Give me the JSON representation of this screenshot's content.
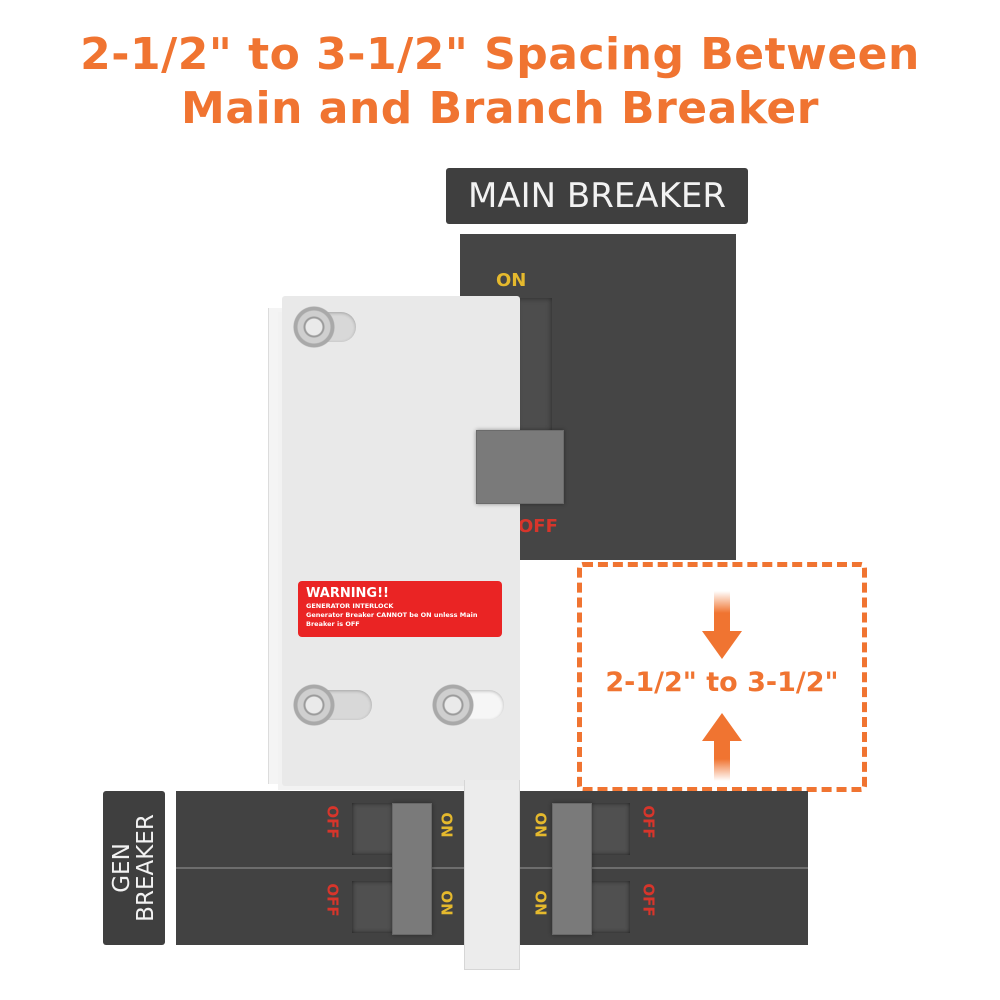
{
  "title": {
    "line1": "2-1/2\" to 3-1/2\" Spacing Between",
    "line2": "Main and Branch Breaker"
  },
  "colors": {
    "accent": "#f07431",
    "label_bg": "#3f3f3f",
    "breaker_body": "#454545",
    "on_text": "#e5b92d",
    "off_text": "#d7352b",
    "warning_bg": "#ea2424",
    "plate": "#e9e9e9"
  },
  "main_breaker": {
    "label": "MAIN BREAKER",
    "on_label": "ON",
    "off_label": "OFF"
  },
  "gen_breaker": {
    "label_line1": "GEN",
    "label_line2": "BREAKER",
    "rows": [
      {
        "off_label": "OFF",
        "on_label": "ON"
      },
      {
        "off_label": "OFF",
        "on_label": "ON"
      }
    ]
  },
  "branch_breaker": {
    "rows": [
      {
        "on_label": "ON",
        "off_label": "OFF"
      },
      {
        "on_label": "ON",
        "off_label": "OFF"
      }
    ]
  },
  "warning_label": {
    "title": "WARNING!!",
    "line1": "GENERATOR INTERLOCK",
    "line2": "Generator Breaker CANNOT be ON unless Main Breaker is OFF"
  },
  "spacing_callout": {
    "text": "2-1/2\" to 3-1/2\"",
    "icons": [
      "arrow-down-icon",
      "arrow-up-icon"
    ]
  }
}
